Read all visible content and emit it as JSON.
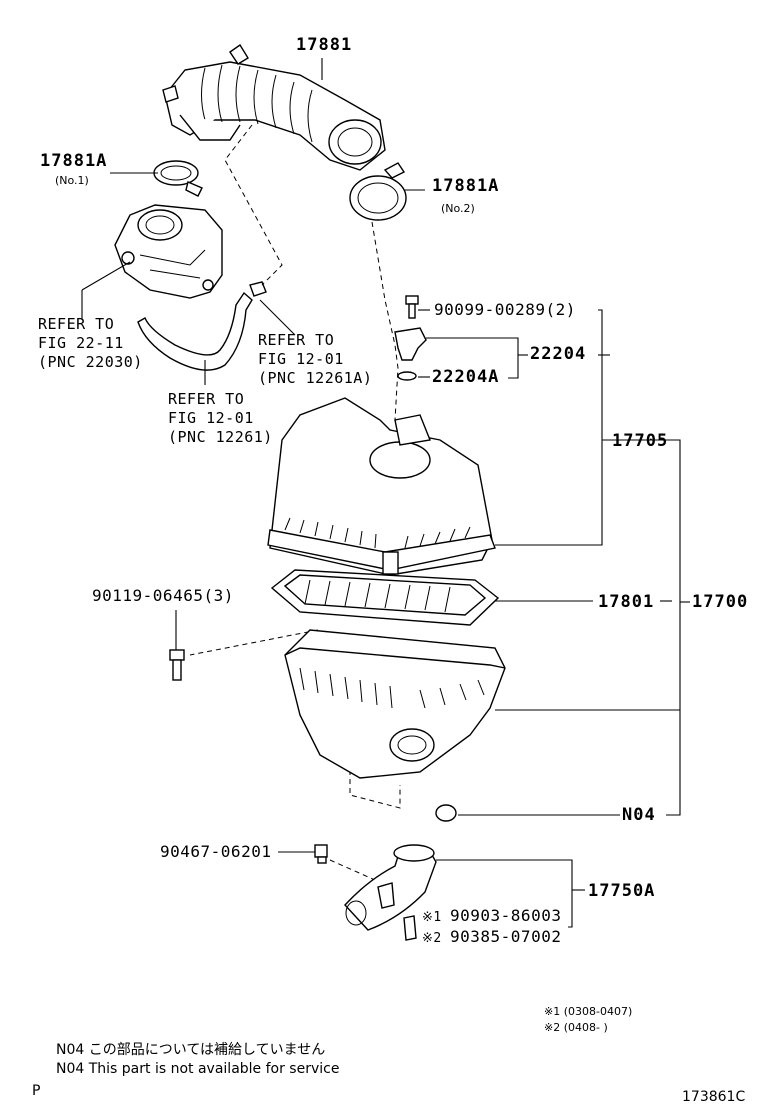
{
  "labels": {
    "p17881": "17881",
    "p17881a_1": "17881A",
    "p17881a_1_sub": "(No.1)",
    "p17881a_2": "17881A",
    "p17881a_2_sub": "(No.2)",
    "p90099": "90099-00289(2)",
    "p22204": "22204",
    "p22204a": "22204A",
    "p17705": "17705",
    "p17801": "17801",
    "p17700": "17700",
    "p90119": "90119-06465(3)",
    "pn04": "N04",
    "p90467": "90467-06201",
    "p17750a": "17750A",
    "p90903": "90903-86003",
    "p90385": "90385-07002",
    "mark1": "※1",
    "mark2": "※2"
  },
  "refs": [
    {
      "line1": "REFER TO",
      "line2": "FIG 22-11",
      "line3": "(PNC 22030)"
    },
    {
      "line1": "REFER TO",
      "line2": "FIG 12-01",
      "line3": "(PNC 12261A)"
    },
    {
      "line1": "REFER TO",
      "line2": "FIG 12-01",
      "line3": "(PNC 12261)"
    }
  ],
  "footnotes": {
    "note1": "※1 (0308-0407)",
    "note2": "※2 (0408-      )"
  },
  "notes": {
    "jp": "N04  この部品については補給していません",
    "en": "N04  This part is not available for service"
  },
  "corner": {
    "left": "P",
    "right": "173861C"
  }
}
